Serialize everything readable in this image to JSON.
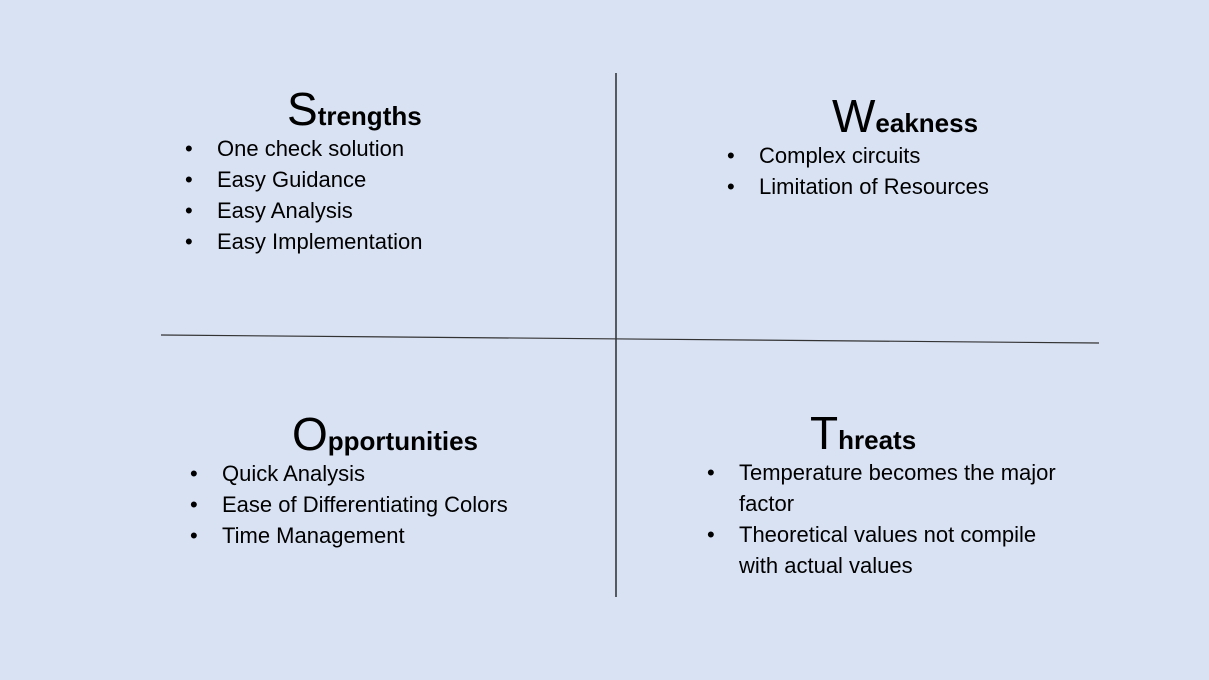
{
  "swot": {
    "strengths": {
      "initial": "S",
      "rest": "trengths",
      "items": [
        "One check solution",
        "Easy Guidance",
        "Easy Analysis",
        "Easy Implementation"
      ]
    },
    "weakness": {
      "initial": "W",
      "rest": "eakness",
      "items": [
        "Complex circuits",
        "Limitation of Resources"
      ]
    },
    "opportunities": {
      "initial": "O",
      "rest": "pportunities",
      "items": [
        "Quick Analysis",
        "Ease of Differentiating Colors",
        "Time Management"
      ]
    },
    "threats": {
      "initial": "T",
      "rest": "hreats",
      "items": [
        "Temperature becomes the major factor",
        "Theoretical values not compile with actual values"
      ]
    }
  },
  "colors": {
    "background": "#d9e2f3",
    "divider": "#000000"
  }
}
